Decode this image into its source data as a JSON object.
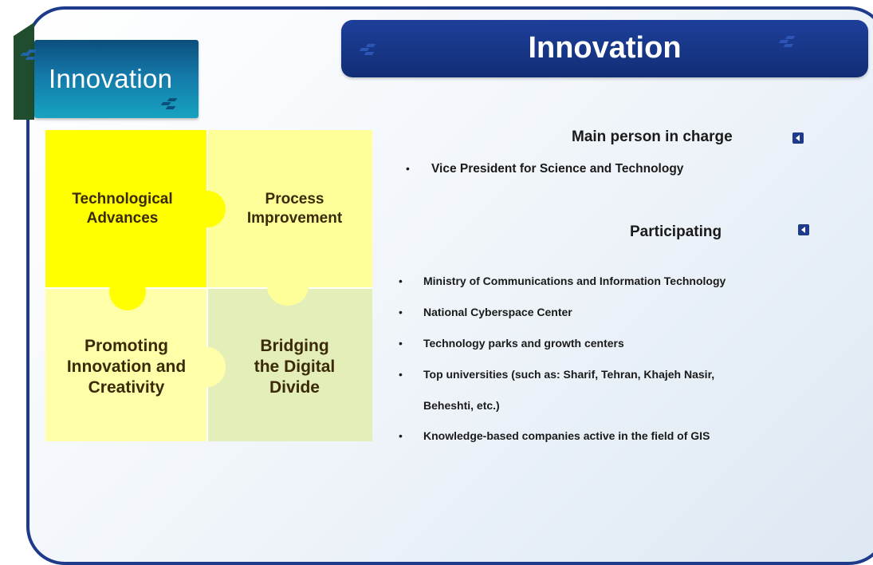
{
  "side_tab": {
    "label": "Innovation"
  },
  "title_bar": {
    "title": "Innovation"
  },
  "puzzle": {
    "pieces": [
      {
        "label_line1": "Technological",
        "label_line2": "Advances",
        "color": "#ffff00"
      },
      {
        "label_line1": "Process",
        "label_line2": "Improvement",
        "color": "#ffff99"
      },
      {
        "label_line1": "Promoting",
        "label_line2": "Innovation and",
        "label_line3": "Creativity",
        "color": "#ffffaa"
      },
      {
        "label_line1": "Bridging",
        "label_line2": "the Digital",
        "label_line3": "Divide",
        "color": "#e3eeb8"
      }
    ]
  },
  "main_person": {
    "heading": "Main person in charge",
    "items": [
      "Vice President for Science and Technology"
    ]
  },
  "participating": {
    "heading": "Participating",
    "items": [
      "Ministry of Communications and Information Technology",
      "National Cyberspace Center",
      "Technology parks and growth centers",
      "Top universities (such as: Sharif, Tehran, Khajeh Nasir,",
      "Beheshti, etc.)",
      "Knowledge-based companies active in the field of GIS"
    ]
  },
  "colors": {
    "frame_border": "#1e3a8a",
    "title_bar": "#163584",
    "side_tab": "#1478a8"
  }
}
